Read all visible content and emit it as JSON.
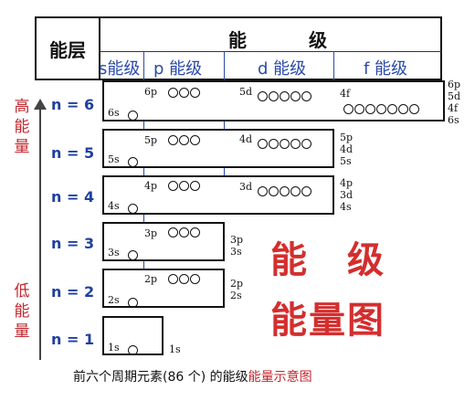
{
  "header": {
    "layer_label": "能层",
    "level_label": "能　　　级",
    "sublevels": [
      "s能级",
      "p 能级",
      "d 能级",
      "f 能级"
    ]
  },
  "side_labels": {
    "high": [
      "高",
      "能",
      "量"
    ],
    "low": [
      "低",
      "能",
      "量"
    ]
  },
  "layers": [
    {
      "n_label": "n = 6",
      "s": "6s",
      "p": "6p",
      "d": "5d",
      "f": "4f",
      "right": [
        "6p",
        "5d",
        "4f",
        "6s"
      ]
    },
    {
      "n_label": "n = 5",
      "s": "5s",
      "p": "5p",
      "d": "4d",
      "right": [
        "5p",
        "4d",
        "5s"
      ]
    },
    {
      "n_label": "n = 4",
      "s": "4s",
      "p": "4p",
      "d": "3d",
      "right": [
        "4p",
        "3d",
        "4s"
      ]
    },
    {
      "n_label": "n = 3",
      "s": "3s",
      "p": "3p",
      "right": [
        "3p",
        "3s"
      ]
    },
    {
      "n_label": "n = 2",
      "s": "2s",
      "p": "2p",
      "right": [
        "2p",
        "2s"
      ]
    },
    {
      "n_label": "n = 1",
      "s": "1s",
      "right": [
        "1s"
      ]
    }
  ],
  "orbital_counts": {
    "s": 1,
    "p": 3,
    "d": 5,
    "f": 7
  },
  "title_big": [
    "能　级",
    "能量图"
  ],
  "caption": {
    "main": "前六个周期元素(86 个) 的能级",
    "highlight": "能量示意图"
  },
  "colors": {
    "accent_blue": "#2b4aa8",
    "title_red": "#d42e2e"
  }
}
